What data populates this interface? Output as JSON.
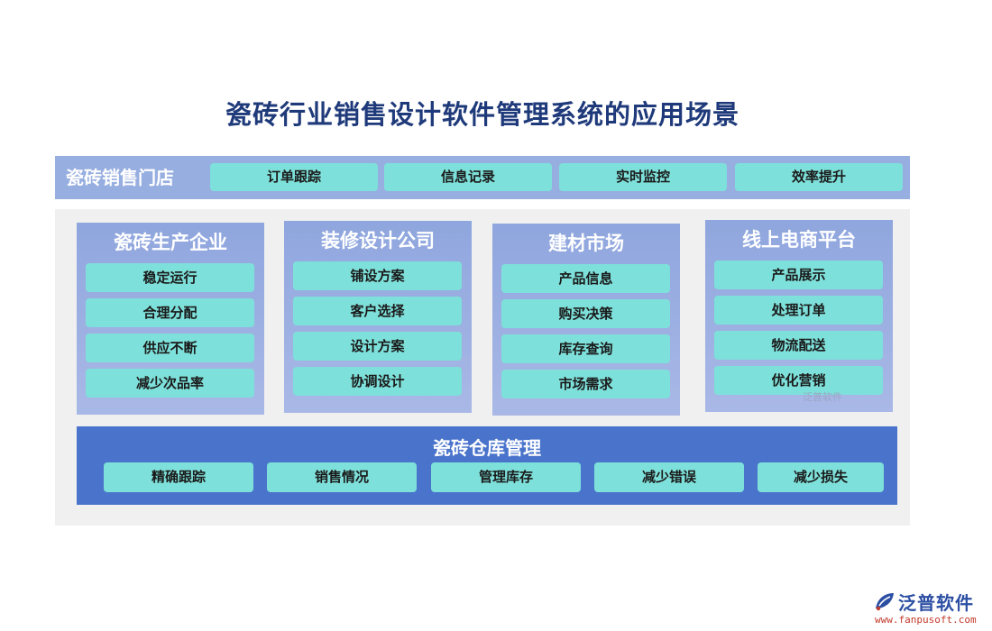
{
  "title": "瓷砖行业销售设计软件管理系统的应用场景",
  "store": {
    "label": "瓷砖销售门店",
    "items": [
      "订单跟踪",
      "信息记录",
      "实时监控",
      "效率提升"
    ]
  },
  "cards": [
    {
      "title": "瓷砖生产企业",
      "items": [
        "稳定运行",
        "合理分配",
        "供应不断",
        "减少次品率"
      ]
    },
    {
      "title": "装修设计公司",
      "items": [
        "铺设方案",
        "客户选择",
        "设计方案",
        "协调设计"
      ]
    },
    {
      "title": "建材市场",
      "items": [
        "产品信息",
        "购买决策",
        "库存查询",
        "市场需求"
      ]
    },
    {
      "title": "线上电商平台",
      "items": [
        "产品展示",
        "处理订单",
        "物流配送",
        "优化营销"
      ]
    }
  ],
  "warehouse": {
    "title": "瓷砖仓库管理",
    "items": [
      "精确跟踪",
      "销售情况",
      "管理库存",
      "减少错误",
      "减少损失"
    ]
  },
  "watermark": "泛普软件",
  "brand": {
    "name": "泛普软件",
    "url": "www.fanpusoft.com"
  },
  "colors": {
    "title": "#1f3a7a",
    "store_bar": "#97aee0",
    "card": "#a9b8e6",
    "pill": "#7ee0da",
    "warehouse": "#4a74cc",
    "panel_bg": "#f0f0f0"
  }
}
